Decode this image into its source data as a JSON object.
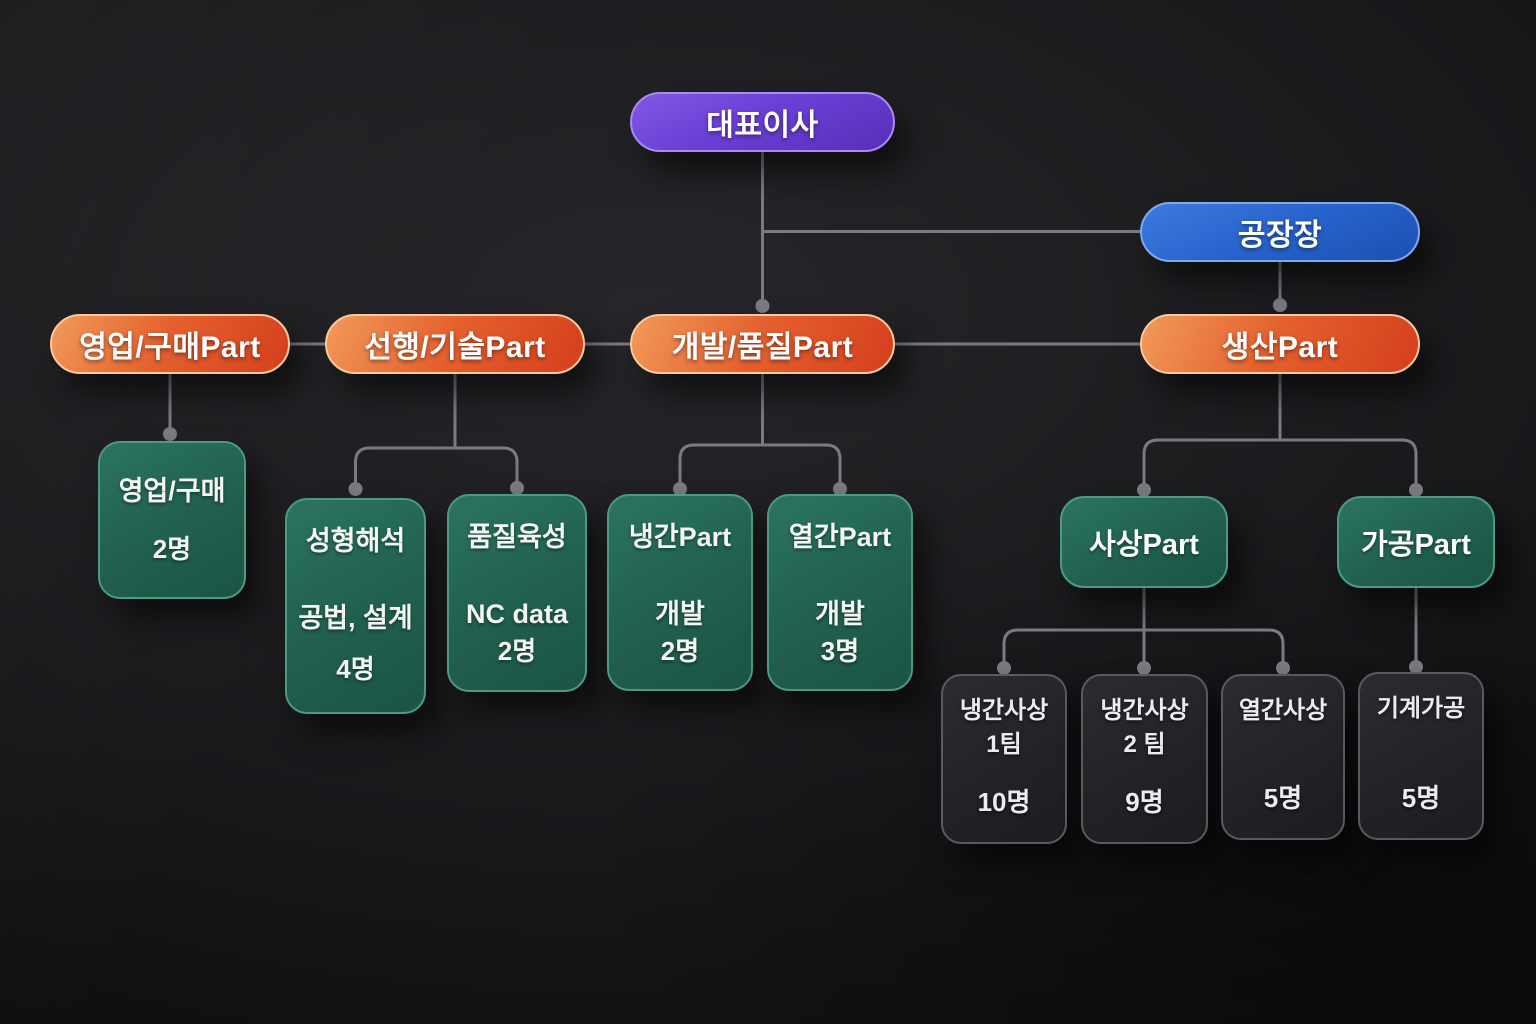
{
  "palette": {
    "ceo_purple": "#6a3fd6",
    "factory_blue": "#2763cc",
    "part_orange": "#e4602e",
    "team_green": "#215f4f",
    "sub_dark": "#222226",
    "connector_gray": "#7a7a80"
  },
  "nodes": {
    "ceo": {
      "label": "대표이사"
    },
    "factory_manager": {
      "label": "공장장"
    },
    "sales_part": {
      "label": "영업/구매Part"
    },
    "tech_part": {
      "label": "선행/기술Part"
    },
    "dev_part": {
      "label": "개발/품질Part"
    },
    "prod_part": {
      "label": "생산Part"
    },
    "sales_team": {
      "title": "영업/구매",
      "count": "2명"
    },
    "molding_team": {
      "title": "성형해석",
      "subtitle": "공법, 설계",
      "count": "4명"
    },
    "quality_team": {
      "title": "품질육성",
      "subtitle": "NC data",
      "count": "2명"
    },
    "cold_dev_team": {
      "title": "냉간Part",
      "subtitle": "개발",
      "count": "2명"
    },
    "hot_dev_team": {
      "title": "열간Part",
      "subtitle": "개발",
      "count": "3명"
    },
    "grinding_part": {
      "label": "사상Part"
    },
    "machining_part": {
      "label": "가공Part"
    },
    "cold_grind_team1": {
      "title": "냉간사상",
      "subtitle": "1팀",
      "count": "10명"
    },
    "cold_grind_team2": {
      "title": "냉간사상",
      "subtitle": "2 팀",
      "count": "9명"
    },
    "hot_grind_team": {
      "title": "열간사상",
      "count": "5명"
    },
    "machining_team": {
      "title": "기계가공",
      "count": "5명"
    }
  }
}
